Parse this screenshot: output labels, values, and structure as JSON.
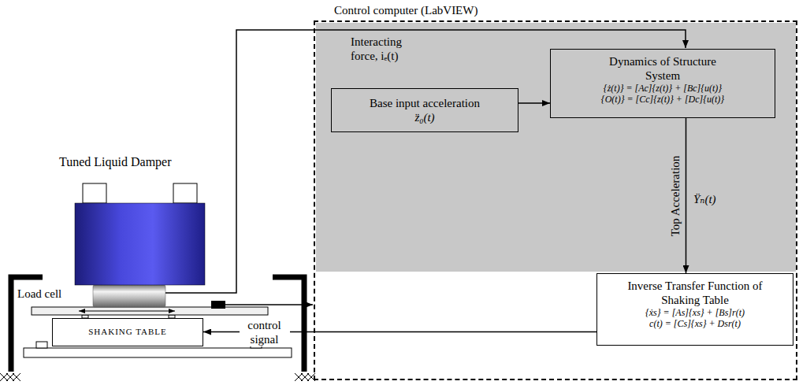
{
  "diagram": {
    "nodes": [
      {
        "text": [
          "Control computer (LabVIEW)"
        ]
      },
      {
        "text": [
          "Base input acceleration",
          "z̈₀(t)"
        ],
        "in": 0
      },
      {
        "text": [
          "Dynamics of Structure System",
          "{ż(t)} = [Ac]{z(t)} + [Bc]{u(t)}",
          "{O(t)} = [Cc]{z(t)} + [Dc]{u(t)}"
        ],
        "in": 0
      },
      {
        "text": [
          "Inverse Transfer Function of Shaking Table",
          "{ẋs} = [As]{xs} + [Bs]r(t)",
          "c(t) = [Cs]{xs} + Dsr(t)"
        ],
        "in": 0
      },
      {
        "text": [
          "SHAKING TABLE"
        ]
      }
    ],
    "edges": [
      {
        "from": 1,
        "to": 2,
        "arrow": "to"
      },
      {
        "from": 2,
        "to": 3,
        "arrow": "to",
        "label": "Top Acceleration"
      },
      {
        "from": 3,
        "to": 4,
        "arrow": "to",
        "label": "control signal"
      }
    ],
    "labels": [
      "Tuned Liquid Damper",
      "Load cell",
      "Interacting force, iₑ(t)",
      "Ÿₙ(t)"
    ]
  }
}
